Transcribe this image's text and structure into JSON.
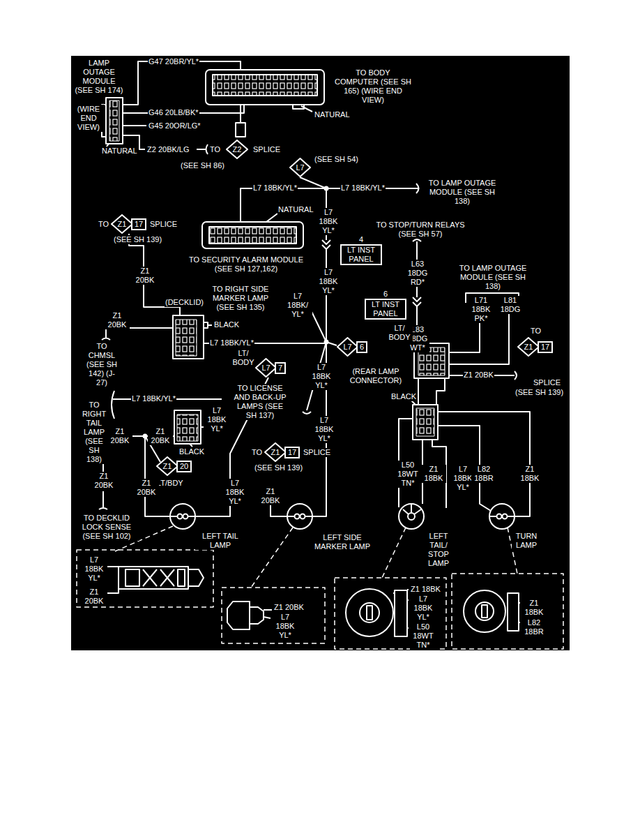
{
  "diagram": {
    "nodes": [
      {
        "text": [
          "Z2"
        ]
      },
      {
        "text": [
          "L7"
        ]
      },
      {
        "text": [
          "Z1",
          "17"
        ]
      },
      {
        "text": [
          "4",
          "LT INST PANEL"
        ]
      },
      {
        "text": [
          "6",
          "LT INST PANEL"
        ]
      },
      {
        "text": [
          "L7",
          "6"
        ]
      },
      {
        "text": [
          "L7",
          "7"
        ]
      },
      {
        "text": [
          "Z1",
          "17"
        ]
      },
      {
        "text": [
          "Z1",
          "20"
        ]
      },
      {
        "text": [
          "Z1",
          "17"
        ]
      }
    ],
    "labels": [
      "LAMP OUTAGE MODULE (SEE SH 174)",
      "G47 20BR/YL*",
      "(WIRE END VIEW)",
      "G46 20LB/BK*",
      "G45 20OR/LG*",
      "NATURAL",
      "Z2 20BK/LG",
      "TO",
      "SPLICE",
      "(SEE SH 86)",
      "TO BODY COMPUTER (SEE SH 165) (WIRE END VIEW)",
      "NATURAL",
      "(SEE SH 54)",
      "L7 18BK/YL*",
      "L7 18BK/YL*",
      "TO LAMP OUTAGE MODULE (SEE SH 138)",
      "NATURAL",
      "L7 18BK YL*",
      "TO",
      "SPLICE",
      "(SEE SH 139)",
      "TO STOP/TURN RELAYS (SEE SH 57)",
      "TO SECURITY ALARM MODULE (SEE SH 127,162)",
      "Z1 20BK",
      "L7 18BK YL*",
      "L63 18DG RD*",
      "TO RIGHT SIDE MARKER LAMP (SEE SH 135)",
      "L7 18BK/ YL*",
      "(DECKLID)",
      "TO LAMP OUTAGE MODULE (SEE SH 138)",
      "L71 18BK PK*",
      "L81 18DG",
      "Z1 20BK",
      "BLACK",
      "L83 18DG WT*",
      "LT/ BODY",
      "L7 18BK/YL*",
      "TO CHMSL (SEE SH 142) (J-27)",
      "LT/ BODY",
      "TO",
      "(REAR LAMP CONNECTOR)",
      "L7 18BK YL*",
      "Z1 20BK",
      "SPLICE",
      "(SEE SH 139)",
      "TO LICENSE AND BACK-UP LAMPS (SEE SH 137)",
      "BLACK",
      "TO RIGHT TAIL LAMP (SEE SH 138)",
      "L7 18BK/YL*",
      "L7 18BK YL*",
      "L7 18BK YL*",
      "Z1 20BK",
      "Z1 20BK",
      "BLACK",
      "TO",
      "SPLICE",
      "(SEE SH 139)",
      "L50 18WT TN*",
      "Z1 18BK",
      "L7 18BK YL*",
      "L82 18BR",
      "Z1 18BK",
      "Z1 20BK",
      "LT/BDY",
      "Z1 20BK",
      "L7 18BK YL*",
      "Z1 20BK",
      "TO DECKLID LOCK SENSE (SEE SH 102)",
      "LEFT TAIL LAMP",
      "LEFT SIDE MARKER LAMP",
      "LEFT TAIL/ STOP LAMP",
      "TURN LAMP",
      "L7 18BK YL*",
      "Z1 20BK",
      "Z1 20BK",
      "L7 18BK YL*",
      "Z1 18BK",
      "L7 18BK YL*",
      "L50 18WT TN*",
      "Z1 18BK",
      "L82 18BR"
    ]
  }
}
